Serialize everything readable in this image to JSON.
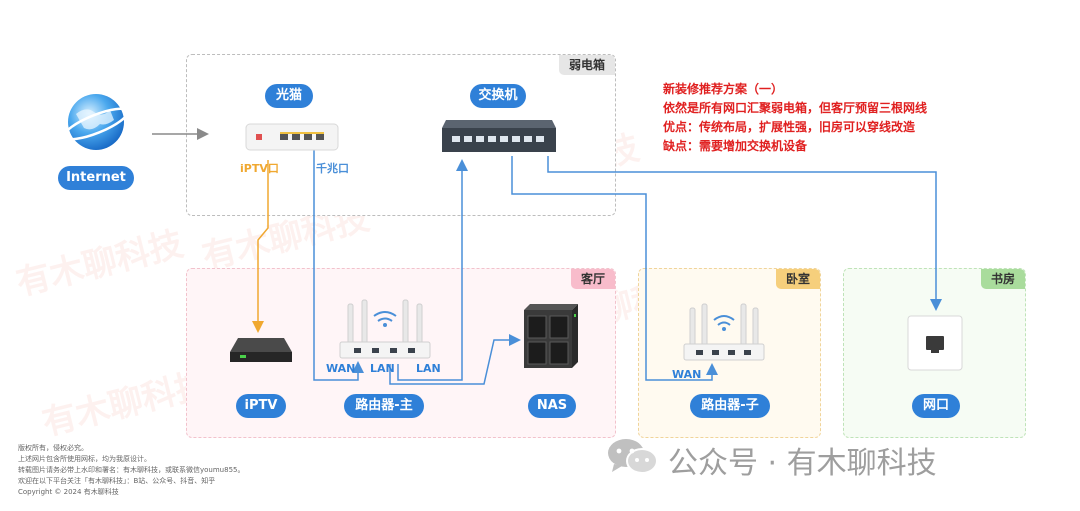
{
  "zones": {
    "weak_box": "弱电箱",
    "living_room": "客厅",
    "bedroom": "卧室",
    "study": "书房"
  },
  "devices": {
    "internet": "Internet",
    "modem": "光猫",
    "switch": "交换机",
    "iptv": "iPTV",
    "main_router": "路由器-主",
    "nas": "NAS",
    "sub_router": "路由器-子",
    "wall_port": "网口"
  },
  "port_labels": {
    "modem_iptv": "iPTV口",
    "modem_gigabit": "千兆口",
    "main_wan": "WAN",
    "main_lan1": "LAN",
    "main_lan2": "LAN",
    "sub_wan": "WAN"
  },
  "notes": [
    "新装修推荐方案（一）",
    "依然是所有网口汇聚弱电箱，但客厅预留三根网线",
    "优点：传统布局，扩展性强，旧房可以穿线改造",
    "缺点：需要增加交换机设备"
  ],
  "footer": [
    "版权所有，侵权必究。",
    "上述网片包含所使用网标，均为我原设计。",
    "转载图片请务必带上水印和署名：有木聊科技，或联系微信youmu855。",
    "欢迎在以下平台关注「有木聊科技」：B站、公众号、抖音、知乎",
    "Copyright © 2024 有木聊科技"
  ],
  "watermark": "有木聊科技",
  "brand": "公众号 · 有木聊科技",
  "colors": {
    "accent_blue": "#2f80d8",
    "line_orange": "#f0a830",
    "line_blue": "#4a8fd8",
    "note_red": "#e02020"
  }
}
